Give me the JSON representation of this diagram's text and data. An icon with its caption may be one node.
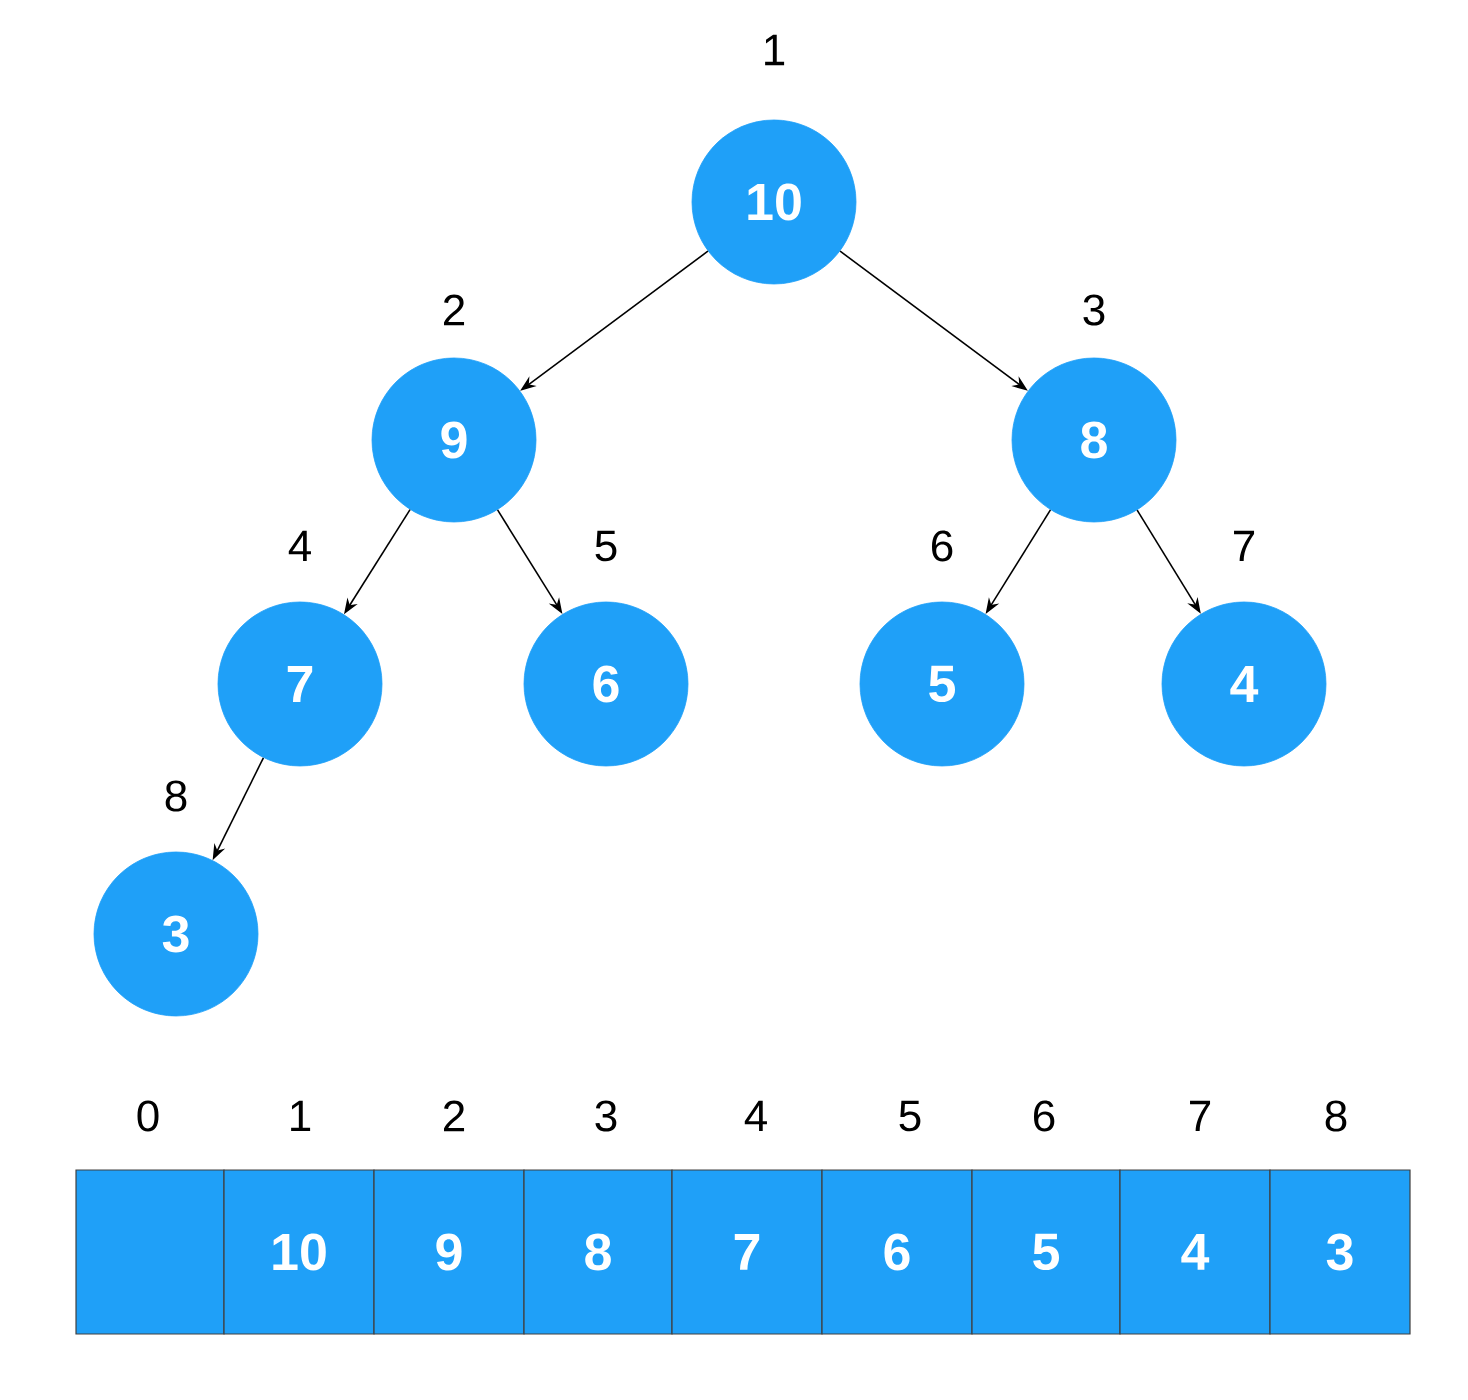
{
  "diagram": {
    "nodes": [
      {
        "text": [
          "10"
        ],
        "beside": [
          "1"
        ]
      },
      {
        "text": [
          "9"
        ],
        "beside": [
          "2"
        ]
      },
      {
        "text": [
          "8"
        ],
        "beside": [
          "3"
        ]
      },
      {
        "text": [
          "7"
        ],
        "beside": [
          "4"
        ]
      },
      {
        "text": [
          "6"
        ],
        "beside": [
          "5"
        ]
      },
      {
        "text": [
          "5"
        ],
        "beside": [
          "6"
        ]
      },
      {
        "text": [
          "4"
        ],
        "beside": [
          "7"
        ]
      },
      {
        "text": [
          "3"
        ],
        "beside": [
          "8"
        ]
      },
      {
        "text": [],
        "shape": "box",
        "beside": [
          "0"
        ]
      },
      {
        "text": [
          "10"
        ],
        "beside": [
          "1"
        ]
      },
      {
        "text": [
          "9"
        ],
        "beside": [
          "2"
        ]
      },
      {
        "text": [
          "8"
        ],
        "beside": [
          "3"
        ]
      },
      {
        "text": [
          "7"
        ],
        "beside": [
          "4"
        ]
      },
      {
        "text": [
          "6"
        ],
        "beside": [
          "5"
        ]
      },
      {
        "text": [
          "5"
        ],
        "beside": [
          "6"
        ]
      },
      {
        "text": [
          "4"
        ],
        "beside": [
          "7"
        ]
      },
      {
        "text": [
          "3"
        ],
        "beside": [
          "8"
        ]
      }
    ],
    "edges": [
      {
        "from": 0,
        "to": 1,
        "arrow": "to"
      },
      {
        "from": 0,
        "to": 2,
        "arrow": "to"
      },
      {
        "from": 1,
        "to": 3,
        "arrow": "to"
      },
      {
        "from": 1,
        "to": 4,
        "arrow": "to"
      },
      {
        "from": 2,
        "to": 5,
        "arrow": "to"
      },
      {
        "from": 2,
        "to": 6,
        "arrow": "to"
      },
      {
        "from": 3,
        "to": 7,
        "arrow": "to"
      }
    ]
  }
}
